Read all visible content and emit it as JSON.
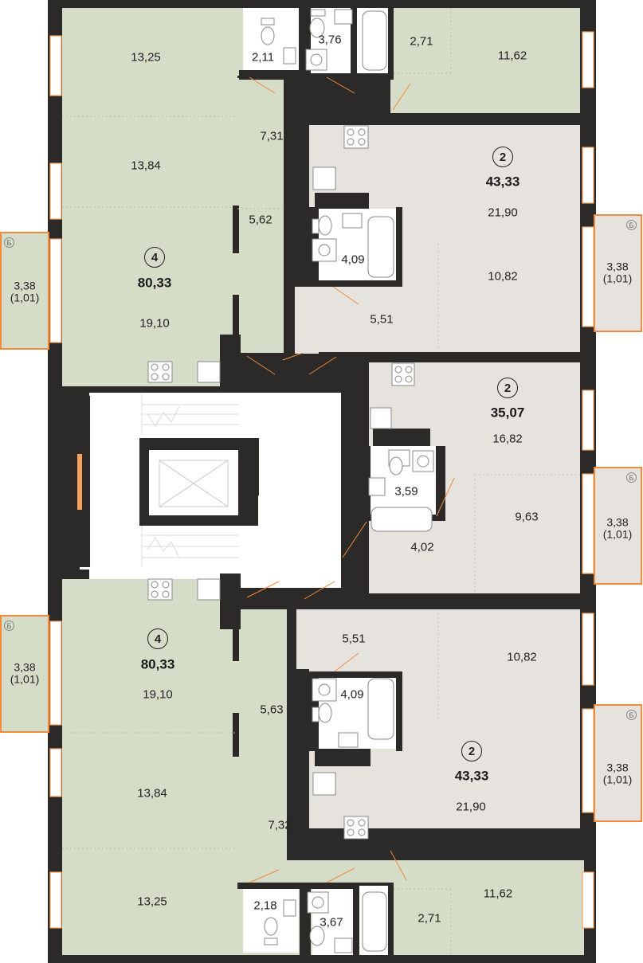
{
  "colors": {
    "green_unit": "#d5dcc8",
    "gray_unit": "#e6e2de",
    "wall": "#2b2a29",
    "balcony_border": "#f08a3c",
    "window": "#f7a35c"
  },
  "apartments": {
    "top_left": {
      "rooms": "4",
      "area": "80,33"
    },
    "top_right": {
      "rooms": "2",
      "area": "43,33"
    },
    "mid_right": {
      "rooms": "2",
      "area": "35,07"
    },
    "bottom_left": {
      "rooms": "4",
      "area": "80,33"
    },
    "bottom_right": {
      "rooms": "2",
      "area": "43,33"
    }
  },
  "rooms": {
    "a13_25_top": "13,25",
    "a2_11": "2,11",
    "a3_76": "3,76",
    "a2_71_top": "2,71",
    "a11_62_top": "11,62",
    "a7_31": "7,31",
    "a13_84_top": "13,84",
    "a21_90_top": "21,90",
    "a5_62": "5,62",
    "a4_09_top": "4,09",
    "a19_10_top": "19,10",
    "a5_51_top": "5,51",
    "a10_82_top": "10,82",
    "a16_82": "16,82",
    "a3_59": "3,59",
    "a9_63": "9,63",
    "a4_02": "4,02",
    "a5_51_bot": "5,51",
    "a10_82_bot": "10,82",
    "a19_10_bot": "19,10",
    "a4_09_bot": "4,09",
    "a5_63": "5,63",
    "a13_84_bot": "13,84",
    "a21_90_bot": "21,90",
    "a7_32": "7,32",
    "a13_25_bot": "13,25",
    "a2_18": "2,18",
    "a3_67": "3,67",
    "a2_71_bot": "2,71",
    "a11_62_bot": "11,62"
  },
  "balconies": [
    {
      "mark": "Б",
      "area": "3,38",
      "coef": "(1,01)"
    },
    {
      "mark": "Б",
      "area": "3,38",
      "coef": "(1,01)"
    },
    {
      "mark": "Б",
      "area": "3,38",
      "coef": "(1,01)"
    },
    {
      "mark": "Б",
      "area": "3,38",
      "coef": "(1,01)"
    },
    {
      "mark": "Б",
      "area": "3,38",
      "coef": "(1,01)"
    }
  ]
}
